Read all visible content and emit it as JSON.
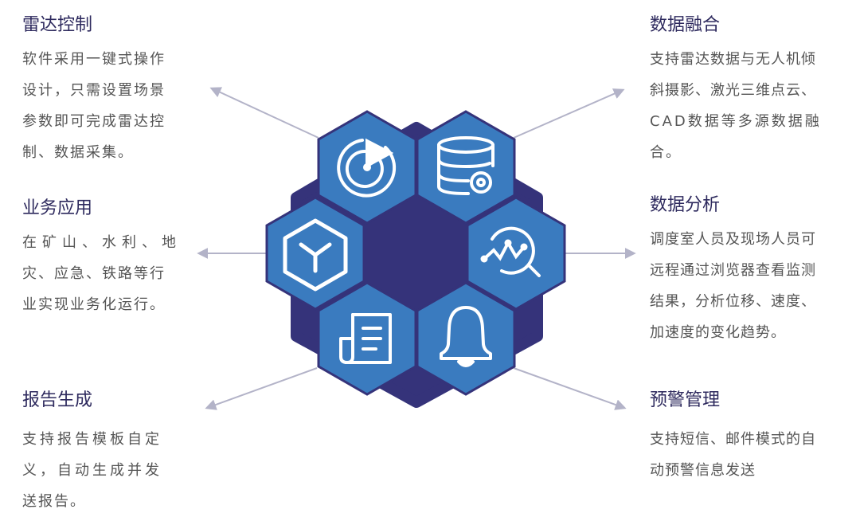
{
  "colors": {
    "hex_blue": "#3A7BBF",
    "hex_dark": "#35337A",
    "arrow": "#B3B3C8",
    "title": "#2E2A5E",
    "body_text": "#555555",
    "icon_stroke": "#FFFFFF"
  },
  "features": {
    "radar_control": {
      "title": "雷达控制",
      "icon": "radar-icon",
      "lines": [
        "软件采用一键式操作",
        "设计，只需设置场景",
        "参数即可完成雷达控",
        "制、数据采集。"
      ]
    },
    "business_application": {
      "title": "业务应用",
      "icon": "cube-icon",
      "lines": [
        "在矿山、水利、地",
        "灾、应急、铁路等行",
        "业实现业务化运行。"
      ]
    },
    "report_generation": {
      "title": "报告生成",
      "icon": "document-icon",
      "lines": [
        "支持报告模板自定",
        "义，自动生成并发",
        "送报告。"
      ]
    },
    "data_fusion": {
      "title": "数据融合",
      "icon": "database-gear-icon",
      "lines": [
        "支持雷达数据与无人机倾",
        "斜摄影、激光三维点云、",
        "CAD数据等多源数据融",
        "合。"
      ]
    },
    "data_analysis": {
      "title": "数据分析",
      "icon": "chart-search-icon",
      "lines": [
        "调度室人员及现场人员可",
        "远程通过浏览器查看监测",
        "结果，分析位移、速度、",
        "加速度的变化趋势。"
      ]
    },
    "alert_management": {
      "title": "预警管理",
      "icon": "bell-icon",
      "lines": [
        "支持短信、邮件模式的自",
        "动预警信息发送"
      ]
    }
  }
}
